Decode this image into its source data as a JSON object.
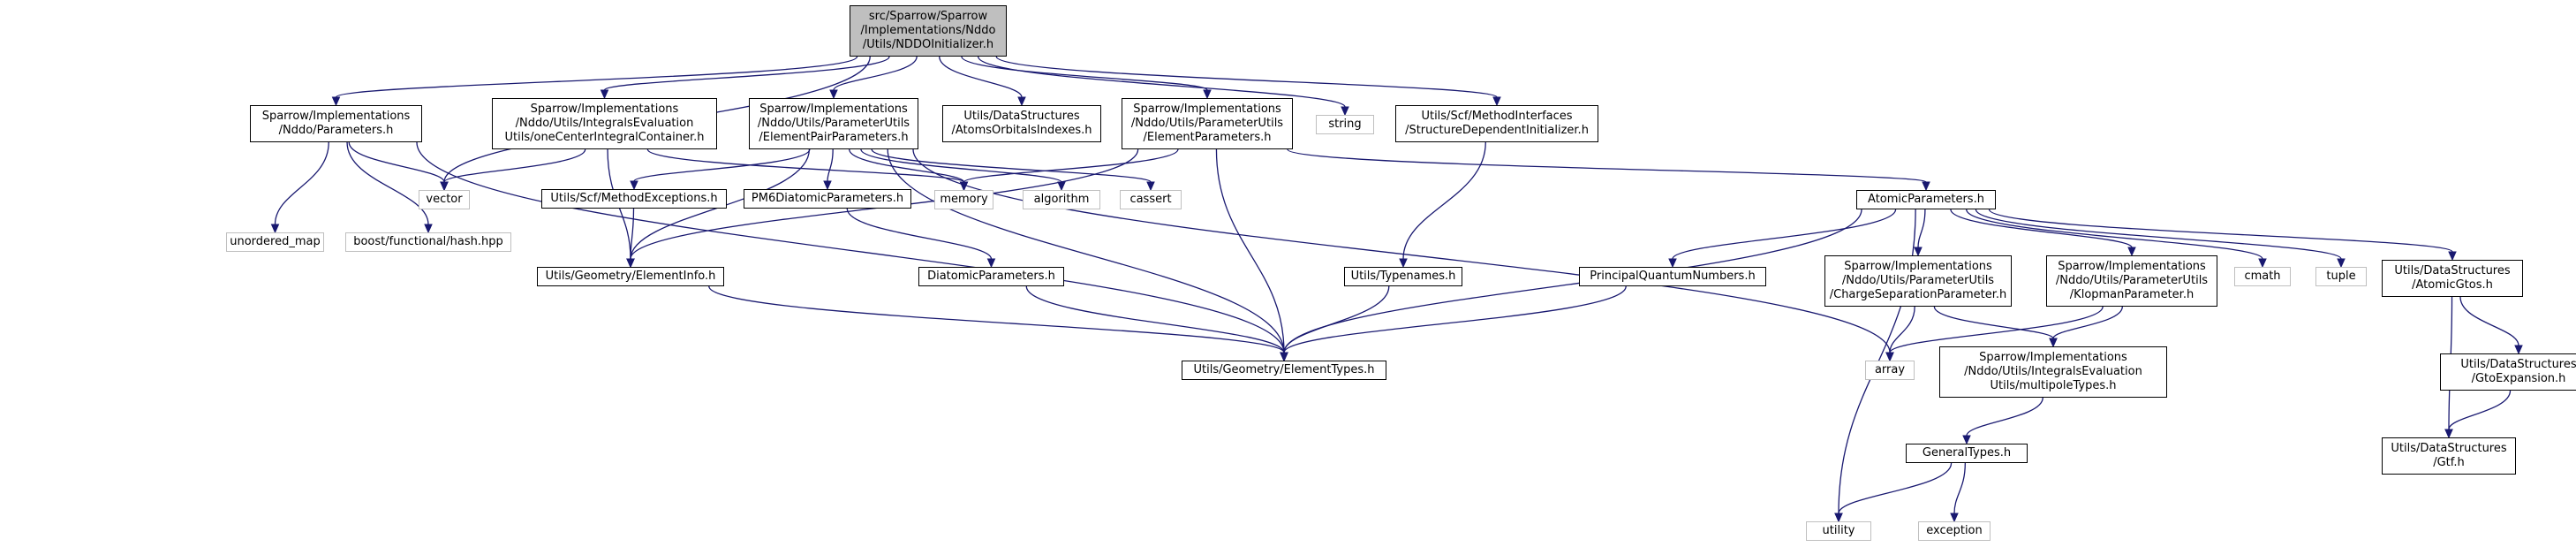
{
  "nodes": {
    "root": "src/Sparrow/Sparrow\n/Implementations/Nddo\n/Utils/NDDOInitializer.h",
    "params": "Sparrow/Implementations\n/Nddo/Parameters.h",
    "onecenter": "Sparrow/Implementations\n/Nddo/Utils/IntegralsEvaluation\nUtils/oneCenterIntegralContainer.h",
    "elempair": "Sparrow/Implementations\n/Nddo/Utils/ParameterUtils\n/ElementPairParameters.h",
    "atomsorb": "Utils/DataStructures\n/AtomsOrbitalsIndexes.h",
    "elemparams": "Sparrow/Implementations\n/Nddo/Utils/ParameterUtils\n/ElementParameters.h",
    "string": "string",
    "structdep": "Utils/Scf/MethodInterfaces\n/StructureDependentInitializer.h",
    "unordered_map": "unordered_map",
    "boosthash": "boost/functional/hash.hpp",
    "vector": "vector",
    "methodexc": "Utils/Scf/MethodExceptions.h",
    "pm6": "PM6DiatomicParameters.h",
    "memory": "memory",
    "algorithm": "algorithm",
    "cassert": "cassert",
    "atomicparams": "AtomicParameters.h",
    "elementinfo": "Utils/Geometry/ElementInfo.h",
    "diatomic": "DiatomicParameters.h",
    "typenames": "Utils/Typenames.h",
    "principal": "PrincipalQuantumNumbers.h",
    "chargesep": "Sparrow/Implementations\n/Nddo/Utils/ParameterUtils\n/ChargeSeparationParameter.h",
    "klopman": "Sparrow/Implementations\n/Nddo/Utils/ParameterUtils\n/KlopmanParameter.h",
    "cmath": "cmath",
    "tuple": "tuple",
    "atomicgtos": "Utils/DataStructures\n/AtomicGtos.h",
    "elementtypes": "Utils/Geometry/ElementTypes.h",
    "array": "array",
    "multipole": "Sparrow/Implementations\n/Nddo/Utils/IntegralsEvaluation\nUtils/multipoleTypes.h",
    "gtoexp": "Utils/DataStructures\n/GtoExpansion.h",
    "generaltypes": "GeneralTypes.h",
    "gtf": "Utils/DataStructures\n/Gtf.h",
    "utility": "utility",
    "exception": "exception"
  },
  "edges": [
    [
      "root",
      "params"
    ],
    [
      "root",
      "onecenter"
    ],
    [
      "root",
      "elempair"
    ],
    [
      "root",
      "atomsorb"
    ],
    [
      "root",
      "elemparams"
    ],
    [
      "root",
      "string"
    ],
    [
      "root",
      "structdep"
    ],
    [
      "root",
      "vector"
    ],
    [
      "params",
      "unordered_map"
    ],
    [
      "params",
      "boosthash"
    ],
    [
      "params",
      "vector"
    ],
    [
      "params",
      "elementtypes"
    ],
    [
      "onecenter",
      "vector"
    ],
    [
      "onecenter",
      "memory"
    ],
    [
      "onecenter",
      "elementinfo"
    ],
    [
      "elempair",
      "methodexc"
    ],
    [
      "elempair",
      "pm6"
    ],
    [
      "elempair",
      "memory"
    ],
    [
      "elempair",
      "algorithm"
    ],
    [
      "elempair",
      "cassert"
    ],
    [
      "elempair",
      "array"
    ],
    [
      "elempair",
      "elementinfo"
    ],
    [
      "elempair",
      "elementtypes"
    ],
    [
      "elemparams",
      "atomicparams"
    ],
    [
      "elemparams",
      "memory"
    ],
    [
      "elemparams",
      "elementinfo"
    ],
    [
      "elemparams",
      "elementtypes"
    ],
    [
      "structdep",
      "typenames"
    ],
    [
      "methodexc",
      "elementinfo"
    ],
    [
      "pm6",
      "diatomic"
    ],
    [
      "diatomic",
      "elementtypes"
    ],
    [
      "elementinfo",
      "elementtypes"
    ],
    [
      "typenames",
      "elementtypes"
    ],
    [
      "atomicparams",
      "elementtypes"
    ],
    [
      "atomicparams",
      "principal"
    ],
    [
      "atomicparams",
      "chargesep"
    ],
    [
      "atomicparams",
      "klopman"
    ],
    [
      "atomicparams",
      "cmath"
    ],
    [
      "atomicparams",
      "tuple"
    ],
    [
      "atomicparams",
      "atomicgtos"
    ],
    [
      "atomicparams",
      "utility"
    ],
    [
      "principal",
      "elementtypes"
    ],
    [
      "chargesep",
      "array"
    ],
    [
      "chargesep",
      "multipole"
    ],
    [
      "klopman",
      "array"
    ],
    [
      "klopman",
      "multipole"
    ],
    [
      "multipole",
      "generaltypes"
    ],
    [
      "generaltypes",
      "utility"
    ],
    [
      "generaltypes",
      "exception"
    ],
    [
      "atomicgtos",
      "gtoexp"
    ],
    [
      "atomicgtos",
      "gtf"
    ],
    [
      "gtoexp",
      "gtf"
    ]
  ]
}
